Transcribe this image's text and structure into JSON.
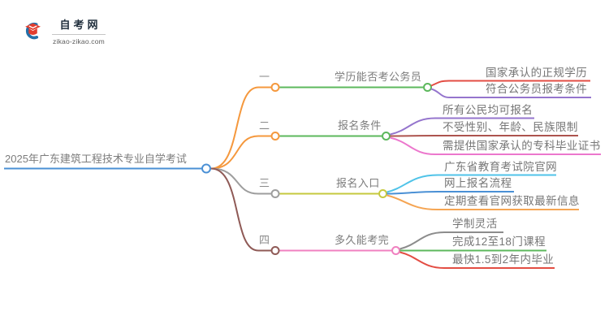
{
  "logo": {
    "title": "自考网",
    "domain": "zikao-zikao.com"
  },
  "root": {
    "label": "2025年广东建筑工程技术专业自学考试"
  },
  "branches": [
    {
      "index": "一",
      "topic": "学历能否考公务员",
      "children": [
        "国家承认的正规学历",
        "符合公务员报考条件"
      ]
    },
    {
      "index": "二",
      "topic": "报名条件",
      "children": [
        "所有公民均可报名",
        "不受性别、年龄、民族限制",
        "需提供国家承认的专科毕业证书"
      ]
    },
    {
      "index": "三",
      "topic": "报名入口",
      "children": [
        "广东省教育考试院官网",
        "网上报名流程",
        "定期查看官网获取最新信息"
      ]
    },
    {
      "index": "四",
      "topic": "多久能考完",
      "children": [
        "学制灵活",
        "完成12至18门课程",
        "最快1.5到2年内毕业"
      ]
    }
  ],
  "colors": {
    "root_line": "#4a90d5",
    "curve_b1": "#f5983d",
    "curve_b2": "#f5983d",
    "curve_b3": "#9e9e9e",
    "curve_b4": "#8f5a56",
    "topic_b1": "#5cb85c",
    "topic_b2": "#5cb85c",
    "topic_b3": "#c6c93e",
    "topic_b4": "#f080c0",
    "leaf_1_0": "#e34d43",
    "leaf_1_1": "#9575cd",
    "leaf_2_0": "#9575cd",
    "leaf_2_1": "#ad544e",
    "leaf_2_2": "#ec77cd",
    "leaf_3_0": "#4fc3e8",
    "leaf_3_1": "#4a90d5",
    "leaf_3_2": "#f5a553",
    "leaf_4_0": "#8c8c8c",
    "leaf_4_1": "#5cb85c",
    "leaf_4_2": "#e34d43",
    "text": "#767676",
    "logo_red": "#e23d2e",
    "logo_blue": "#2470a8"
  }
}
